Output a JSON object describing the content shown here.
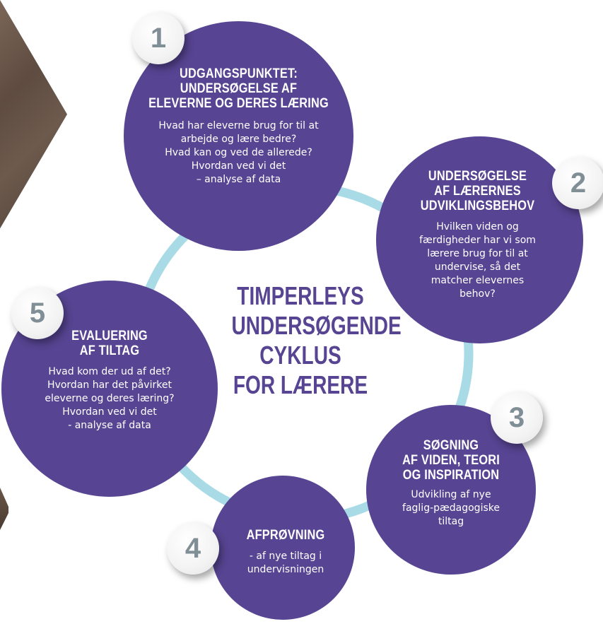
{
  "center_title": "TIMPERLEYS\nUNDERSØGENDE\nCYKLUS\nFOR LÆRERE",
  "steps": [
    {
      "number": "1",
      "title": "UDGANGSPUNKTET:\nUNDERSØGELSE AF\nELEVERNE OG DERES LÆRING",
      "body": "Hvad har eleverne brug for til at\narbejde og lære bedre?\nHvad kan og ved de allerede?\nHvordan ved vi det\n– analyse af data"
    },
    {
      "number": "2",
      "title": "UNDERSØGELSE\nAF LÆRERNES\nUDVIKLINGSBEHOV",
      "body": "Hvilken viden og\nfærdigheder har vi som\nlærere brug for til at\nundervise, så det\nmatcher elevernes\nbehov?"
    },
    {
      "number": "3",
      "title": "SØGNING\nAF VIDEN, TEORI\nOG INSPIRATION",
      "body": "Udvikling af nye\nfaglig-pædagogiske\ntiltag"
    },
    {
      "number": "4",
      "title": "AFPRØVNING",
      "body": "- af nye tiltag i\nundervisningen"
    },
    {
      "number": "5",
      "title": "EVALUERING\nAF TILTAG",
      "body": "Hvad kom der ud af det?\nHvordan har det påvirket\neleverne og deres læring?\nHvordan ved vi det\n- analyse af data"
    }
  ],
  "colors": {
    "circle_fill": "#574492",
    "ring": "#a9dbe6",
    "badge_number": "#808e96",
    "center_title": "#574492"
  }
}
